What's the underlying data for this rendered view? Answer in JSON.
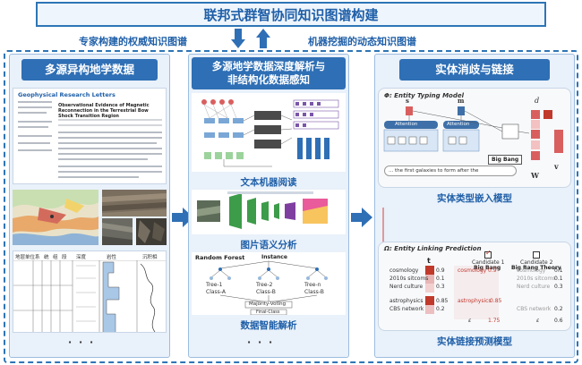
{
  "title": "联邦式群智协同知识图谱构建",
  "left_note": "专家构建的权威知识图谱",
  "right_note": "机器挖掘的动态知识图谱",
  "column1": {
    "header": "多源异构地学数据",
    "paper": {
      "journal": "Geophysical Research Letters",
      "heading": "Observational Evidence of Magnetic Reconnection in the Terrestrial Bow Shock Transition Region"
    },
    "log_table_headers": [
      "地层单位",
      "系",
      "统",
      "组",
      "段",
      "深度",
      "岩性",
      "沉积相"
    ],
    "more": "· · ·"
  },
  "column2": {
    "header_line1": "多源地学数据深度解析与",
    "header_line2": "非结构化数据感知",
    "caption_text": "文本机器阅读",
    "caption_image": "图片语义分析",
    "caption_data": "数据智能解析",
    "rf_title": "Random Forest",
    "rf_instance": "Instance",
    "rf_trees": [
      "Tree-1",
      "Tree-2",
      "Tree-n"
    ],
    "rf_classes": [
      "Class-A",
      "Class-B",
      "Class-B"
    ],
    "rf_voting": "Majority-Voting",
    "rf_final": "Final-Class",
    "more": "· · ·"
  },
  "column3": {
    "header": "实体消歧与链接",
    "typing": {
      "title": "Φ: Entity Typing Model",
      "attention": "Attention",
      "sentence_a": "... the first galaxies to form after the",
      "sentence_b": "Big Bang",
      "caption": "实体类型嵌入模型"
    },
    "linking": {
      "title": "Ω: Entity Linking Prediction",
      "candidate1_label": "Candidate 1",
      "candidate1_name": "Big Bang",
      "candidate2_label": "Candidate 2",
      "candidate2_name": "Big Bang Theory",
      "rows": [
        {
          "term": "cosmology",
          "t": "0.9",
          "c1": "cosmology",
          "v1": "0.9",
          "c2": "cosmology",
          "v2": "0.1"
        },
        {
          "term": "2010s sitcoms",
          "t": "0.1",
          "c1": "",
          "v1": "",
          "c2": "2010s sitcoms",
          "v2": "0.1"
        },
        {
          "term": "Nerd culture",
          "t": "0.3",
          "c1": "",
          "v1": "",
          "c2": "Nerd culture",
          "v2": "0.3"
        },
        {
          "term": "astrophysics",
          "t": "0.85",
          "c1": "astrophysics",
          "v1": "0.85",
          "c2": "",
          "v2": ""
        },
        {
          "term": "CBS network",
          "t": "0.2",
          "c1": "",
          "v1": "",
          "c2": "CBS network",
          "v2": "0.2"
        }
      ],
      "score1": "1.75",
      "score2": "0.6",
      "caption": "实体链接预测模型"
    }
  },
  "colors": {
    "accent": "#2f6fb5",
    "panel": "#e9f1fa",
    "highlight": "#c0392b"
  }
}
